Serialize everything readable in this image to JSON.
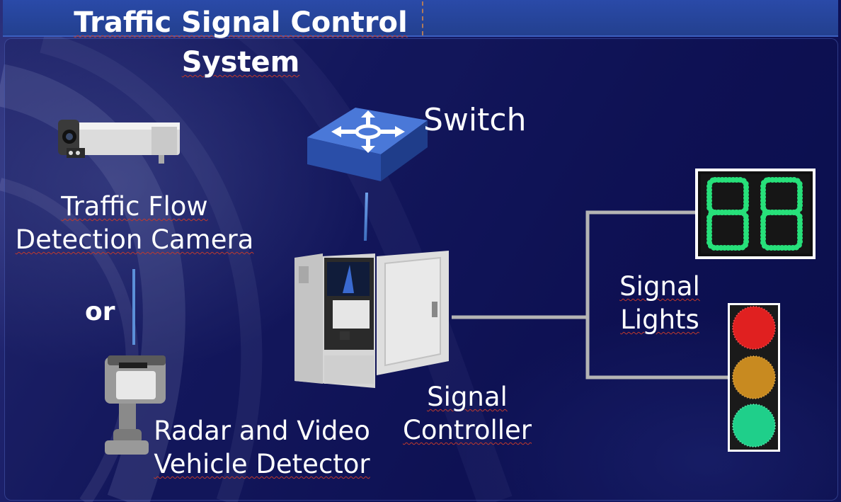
{
  "title": "Traffic Signal Control System",
  "title_lines": [
    "Traffic Signal Control",
    "System"
  ],
  "nodes": {
    "switch": {
      "label": "Switch"
    },
    "camera": {
      "label_lines": [
        "Traffic Flow",
        "Detection Camera"
      ]
    },
    "or_text": "or",
    "radar": {
      "label_lines": [
        "Radar and Video",
        "Vehicle Detector"
      ]
    },
    "controller": {
      "label_lines": [
        "Signal",
        "Controller"
      ]
    },
    "lights": {
      "label_lines": [
        "Signal",
        "Lights"
      ]
    },
    "countdown": {
      "digits": "88",
      "color": "#27e07a"
    }
  },
  "colors": {
    "background": "#0d1050",
    "title_bar": "#2a4aa8",
    "link_blue": "#5b8fd8",
    "link_orange": "#f0a020",
    "link_gray": "#b4b4b4",
    "red_light": "#e02020",
    "amber_light": "#c88a20",
    "green_light": "#1fcf8a"
  },
  "icons": [
    "switch-icon",
    "bullet-camera-icon",
    "radar-detector-icon",
    "cabinet-icon",
    "countdown-display-icon",
    "traffic-light-icon"
  ]
}
